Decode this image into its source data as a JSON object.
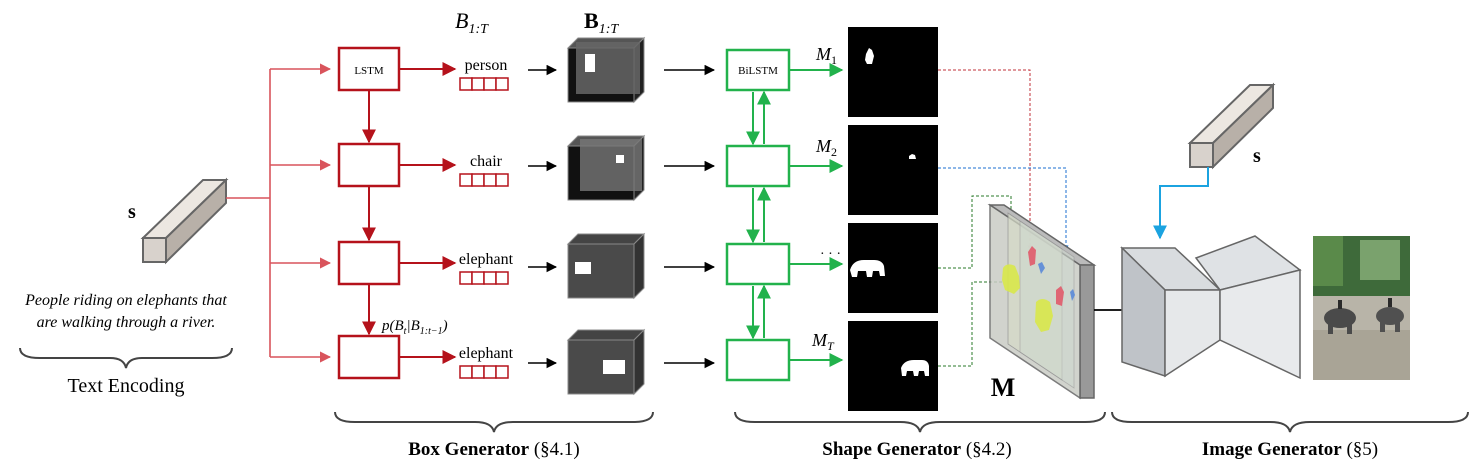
{
  "text_encoding": {
    "s_label": "s",
    "sentence_line1": "People riding on elephants that",
    "sentence_line2": "are walking through a river.",
    "section_label": "Text Encoding"
  },
  "box_generator": {
    "header_b": "B",
    "header_b_sub": "1:T",
    "header_bold_b": "B",
    "header_bold_sub": "1:T",
    "lstm_label": "LSTM",
    "rows": [
      {
        "label": "person"
      },
      {
        "label": "chair"
      },
      {
        "label": "elephant"
      },
      {
        "label": "elephant"
      }
    ],
    "prob_label": "p(B",
    "prob_sub1": "t",
    "prob_mid": "|B",
    "prob_sub2": "1:t−1",
    "prob_end": ")",
    "section_bold": "Box Generator",
    "section_ref": "(§4.1)"
  },
  "shape_generator": {
    "bilstm_label": "BiLSTM",
    "mask_labels": [
      {
        "main": "M",
        "sub": "1"
      },
      {
        "main": "M",
        "sub": "2"
      },
      {
        "main": "· · ·",
        "sub": ""
      },
      {
        "main": "M",
        "sub": "T"
      }
    ],
    "volume_label": "M",
    "section_bold": "Shape Generator",
    "section_ref": "(§4.2)"
  },
  "image_generator": {
    "s_label": "s",
    "section_bold": "Image Generator",
    "section_ref": "(§5)"
  },
  "colors": {
    "red": "#b5121b",
    "pink": "#d9545c",
    "green": "#22b24c",
    "blue": "#1ba3e0",
    "gray_face": "#d8d2cc"
  }
}
